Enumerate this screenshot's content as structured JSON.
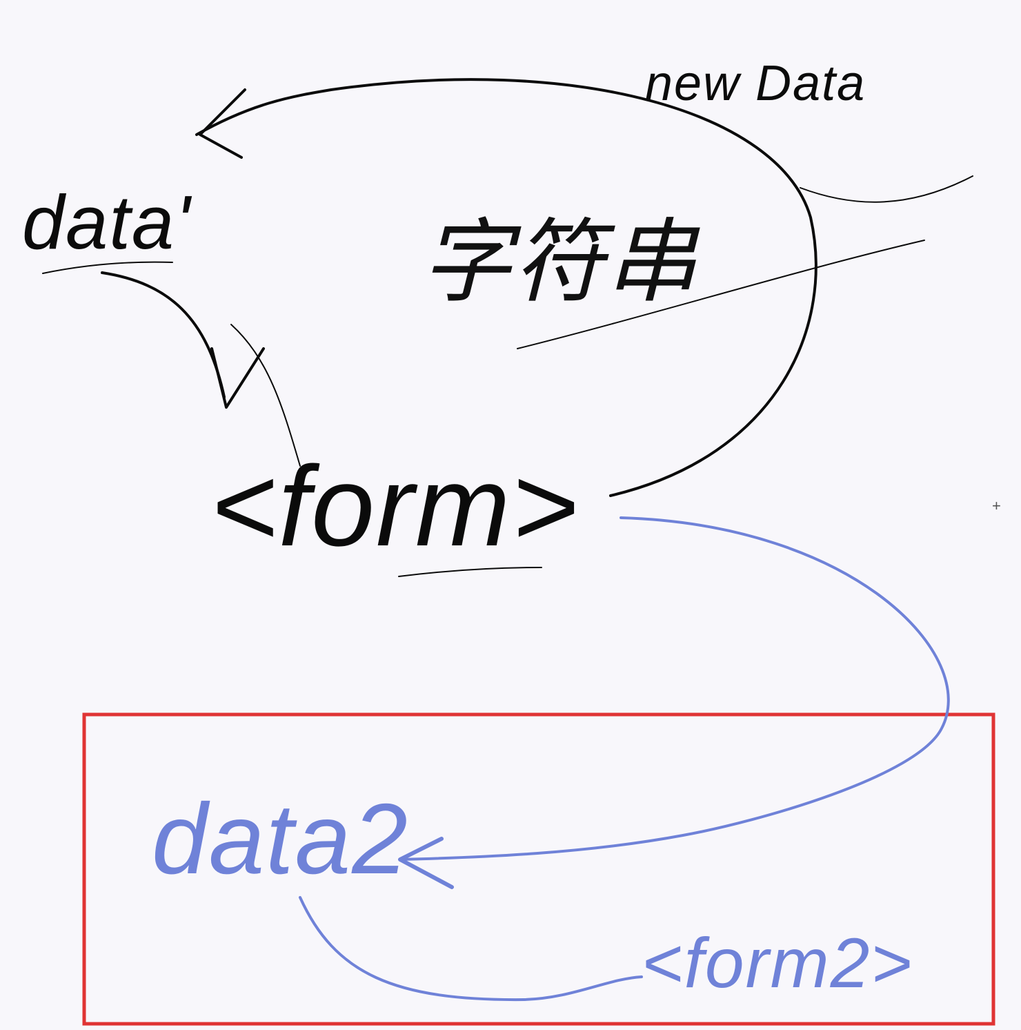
{
  "labels": {
    "top_right": "new Data",
    "left": "data'",
    "center": "<form>",
    "chinese_note": "字符串",
    "blue_left": "data2",
    "blue_right": "<form2>"
  },
  "colors": {
    "background": "#f8f7fb",
    "ink_black": "#0b0b0b",
    "ink_blue": "#6f82d8",
    "box_red": "#e03434"
  }
}
